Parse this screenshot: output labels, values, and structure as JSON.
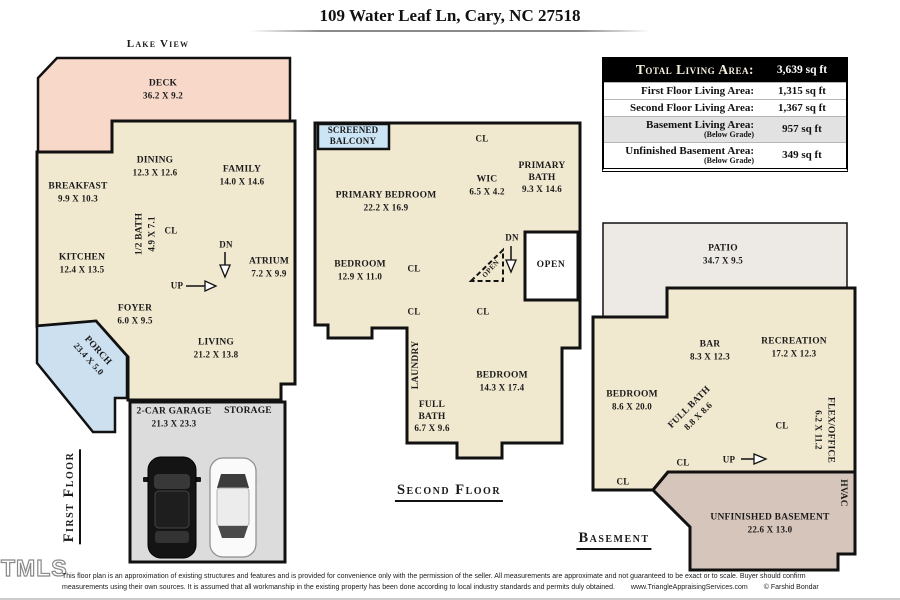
{
  "title": "109 Water Leaf Ln, Cary, NC 27518",
  "colors": {
    "cream": "#f0e8cf",
    "deck_pink": "#f8d8c8",
    "porch_blue": "#cde0f0",
    "balcony_blue": "#cbe5f6",
    "garage_gray": "#dcdcdc",
    "patio_gray": "#edeae5",
    "unfinished_tan": "#d6c5bb",
    "wall": "#111111",
    "open_white": "#ffffff"
  },
  "area_table": {
    "header": {
      "label": "Total Living Area:",
      "value": "3,639 sq ft"
    },
    "rows": [
      {
        "label": "First Floor Living Area:",
        "note": "",
        "value": "1,315 sq ft"
      },
      {
        "label": "Second Floor Living Area:",
        "note": "",
        "value": "1,367 sq ft"
      },
      {
        "label": "Basement Living Area:",
        "note": "(Below Grade)",
        "value": "957 sq ft"
      },
      {
        "label": "Unfinished Basement Area:",
        "note": "(Below Grade)",
        "value": "349 sq ft"
      }
    ]
  },
  "first_floor": {
    "floor_label": "First Floor",
    "lake_view": "Lake View",
    "deck": {
      "name": "DECK",
      "dims": "36.2 X 9.2"
    },
    "breakfast": {
      "name": "BREAKFAST",
      "dims": "9.9 X 10.3"
    },
    "dining": {
      "name": "DINING",
      "dims": "12.3 X 12.6"
    },
    "family": {
      "name": "FAMILY",
      "dims": "14.0 X 14.6"
    },
    "half_bath": {
      "name": "1/2 BATH",
      "dims": "4.9 X 7.1"
    },
    "closet": "CL",
    "kitchen": {
      "name": "KITCHEN",
      "dims": "12.4 X 13.5"
    },
    "atrium": {
      "name": "ATRIUM",
      "dims": "7.2 X 9.9"
    },
    "foyer": {
      "name": "FOYER",
      "dims": "6.0 X 9.5"
    },
    "porch": {
      "name": "PORCH",
      "dims": "23.4 X 5.0"
    },
    "living": {
      "name": "LIVING",
      "dims": "21.2 X 13.8"
    },
    "garage": {
      "name": "2-CAR GARAGE",
      "dims": "21.3 X 23.3"
    },
    "storage": "STORAGE",
    "stair_up": "UP",
    "stair_dn": "DN"
  },
  "second_floor": {
    "floor_label": "Second Floor",
    "balcony": {
      "line1": "SCREENED",
      "line2": "BALCONY"
    },
    "closets": [
      "CL",
      "CL",
      "CL",
      "CL"
    ],
    "primary_bedroom": {
      "name": "PRIMARY BEDROOM",
      "dims": "22.2 X 16.9"
    },
    "wic": {
      "name": "WIC",
      "dims": "6.5 X 4.2"
    },
    "primary_bath": {
      "name": "PRIMARY BATH",
      "dims": "9.3 X 14.6"
    },
    "bedroom_front": {
      "name": "BEDROOM",
      "dims": "12.9 X 11.0"
    },
    "bedroom_back": {
      "name": "BEDROOM",
      "dims": "14.3 X 17.4"
    },
    "full_bath": {
      "name": "FULL BATH",
      "dims": "6.7 X 9.6"
    },
    "laundry": "LAUNDRY",
    "open_box": "OPEN",
    "open_stair": "OPEN",
    "stair_dn": "DN"
  },
  "basement": {
    "floor_label": "Basement",
    "patio": {
      "name": "PATIO",
      "dims": "34.7 X 9.5"
    },
    "bar": {
      "name": "BAR",
      "dims": "8.3 X 12.3"
    },
    "recreation": {
      "name": "RECREATION",
      "dims": "17.2 X 12.3"
    },
    "bedroom": {
      "name": "BEDROOM",
      "dims": "8.6 X 20.0"
    },
    "full_bath": {
      "name": "FULL BATH",
      "dims": "8.8 X 8.6"
    },
    "flex_office": {
      "name": "FLEX/OFFICE",
      "dims": "6.2 X 11.2"
    },
    "hvac": "HVAC",
    "unfinished": {
      "name": "UNFINISHED BASEMENT",
      "dims": "22.6 X 13.0"
    },
    "closets": [
      "CL",
      "CL",
      "CL"
    ],
    "stair_up": "UP"
  },
  "footer": {
    "tmls": "TMLS",
    "disclaimer_line1": "This floor plan is an approximation of existing structures and features and is provided for convenience only with the permission of the seller.  All measurements are approximate and not guaranteed to be exact or to scale.  Buyer should confirm",
    "disclaimer_line2": "measurements using their own sources.  It is assumed that all workmanship in the existing property has been done according to local industry standards and permits duly obtained.",
    "website": "www.TriangleAppraisingServices.com",
    "copyright": "© Farshid Bondar"
  }
}
